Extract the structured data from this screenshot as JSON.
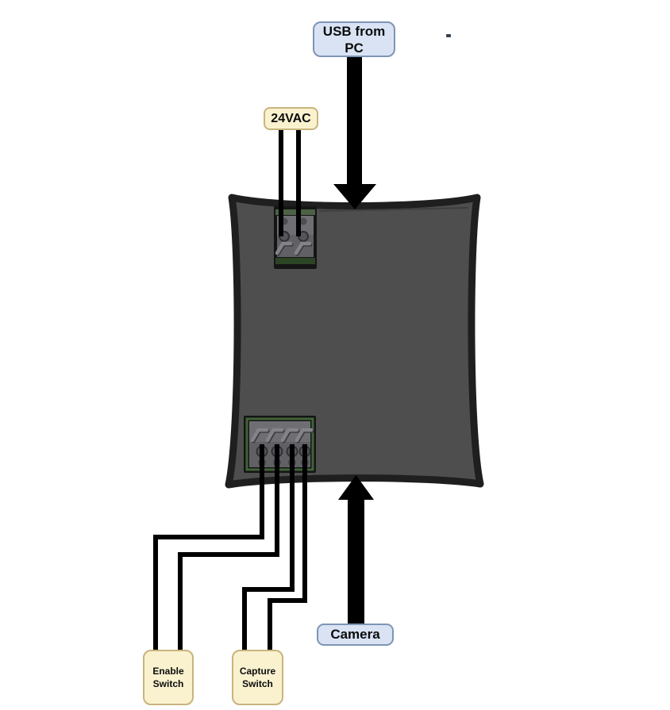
{
  "labels": {
    "usb": {
      "line1": "USB from",
      "line2": "PC"
    },
    "power": {
      "text": "24VAC"
    },
    "camera": {
      "text": "Camera"
    },
    "enable_switch": {
      "line1": "Enable",
      "line2": "Switch"
    },
    "capture_switch": {
      "line1": "Capture",
      "line2": "Switch"
    }
  },
  "icons": {
    "usb_arrow": "thick-arrow-down",
    "camera_arrow": "thick-arrow-up",
    "top_terminal": "2-pin-screw-terminal",
    "bottom_terminal": "4-pin-screw-terminal"
  },
  "colors": {
    "blue_label_bg": "#d9e3f4",
    "blue_label_border": "#7e95b5",
    "cream_label_bg": "#faf2cf",
    "cream_label_border": "#c8b47c",
    "device_body": "#4e4e4e",
    "device_border": "#1f1f1f",
    "pcb_green": "#3f6336",
    "wire_color": "#000000"
  }
}
